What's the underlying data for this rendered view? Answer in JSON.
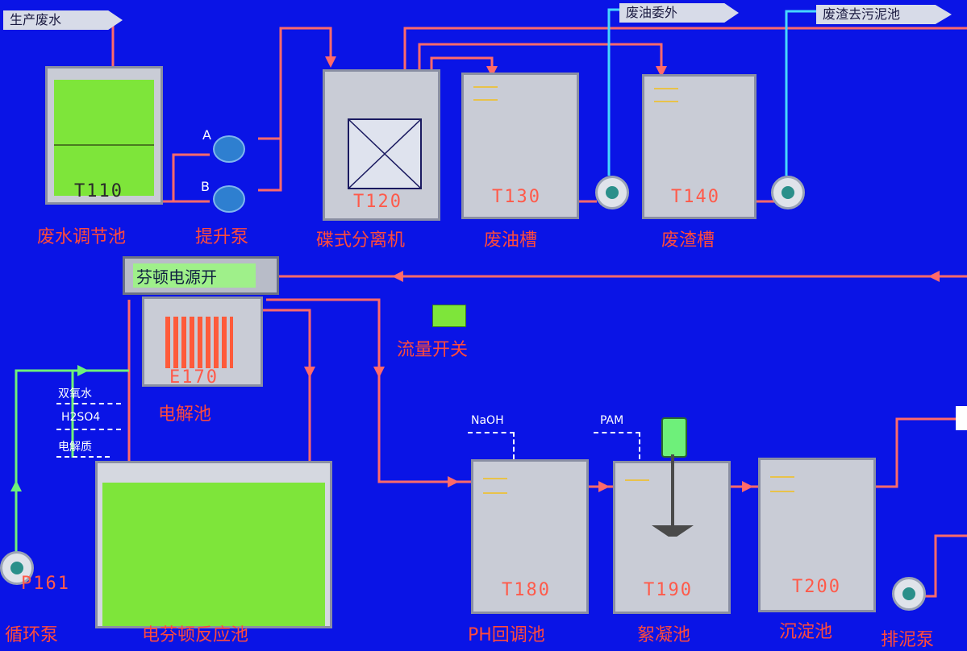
{
  "flags": {
    "production_wastewater": "生产废水",
    "waste_oil_outsourced": "废油委外",
    "waste_residue_to_sludge": "废渣去污泥池"
  },
  "tanks": {
    "t110": {
      "tag": "T110",
      "label": "废水调节池"
    },
    "t120": {
      "tag": "T120",
      "label": "碟式分离机"
    },
    "t130": {
      "tag": "T130",
      "label": "废油槽"
    },
    "t140": {
      "tag": "T140",
      "label": "废渣槽"
    },
    "e170": {
      "tag": "E170",
      "label": "电解池"
    },
    "t180": {
      "tag": "T180",
      "label": "PH回调池"
    },
    "t190": {
      "tag": "T190",
      "label": "絮凝池"
    },
    "t200": {
      "tag": "T200",
      "label": "沉淀池"
    },
    "fenton": {
      "label": "电芬顿反应池"
    }
  },
  "pumps": {
    "lift": {
      "label": "提升泵",
      "a": "A",
      "b": "B"
    },
    "p161": {
      "tag": "P161",
      "label": "循环泵"
    },
    "discharge": {
      "label": "排泥泵"
    }
  },
  "power_switch": {
    "label": "芬顿电源开"
  },
  "flow_switch": {
    "label": "流量开关",
    "color": "#7ee53a"
  },
  "dosing": {
    "h2o2": "双氧水",
    "h2so4": "H2SO4",
    "electrolyte": "电解质",
    "naoh": "NaOH",
    "pam": "PAM"
  },
  "colors": {
    "background": "#0a14e6",
    "pipe_main": "#ff6a6a",
    "pipe_water": "#46d7ff",
    "pipe_recycle": "#6ef07a",
    "liquid": "#7ee53a"
  }
}
